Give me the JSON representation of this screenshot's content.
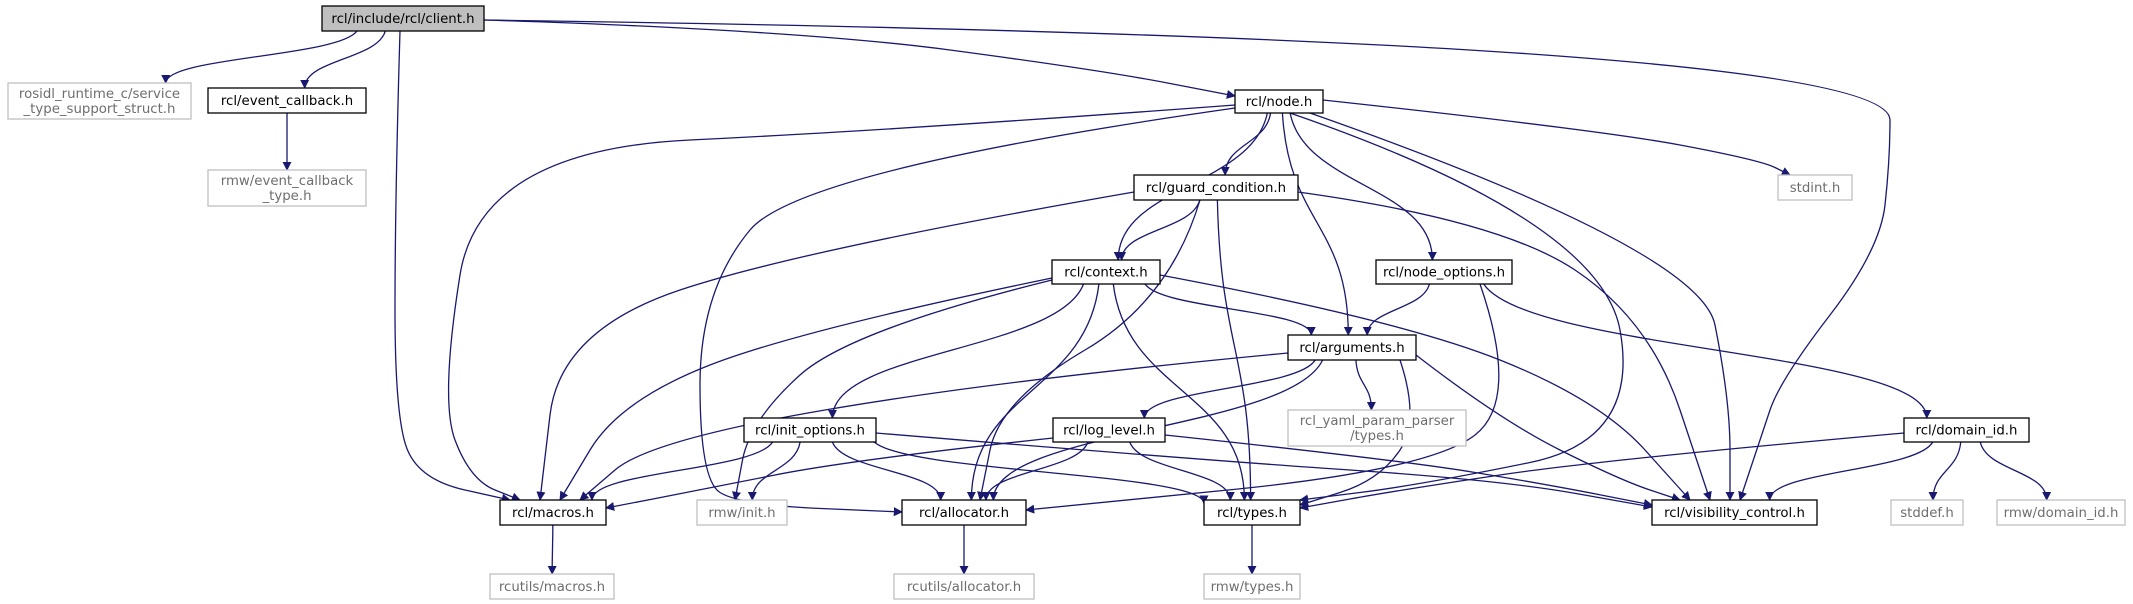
{
  "graph": {
    "edge_color": "#191970",
    "root_fill": "#bfbfbf",
    "node_border": "#000000",
    "external_border": "#bfbfbf",
    "nodes": [
      {
        "id": "client",
        "label": "rcl/include/rcl/client.h",
        "kind": "root"
      },
      {
        "id": "rosidl",
        "label": [
          "rosidl_runtime_c/service",
          "_type_support_struct.h"
        ],
        "kind": "external"
      },
      {
        "id": "event_cb",
        "label": "rcl/event_callback.h",
        "kind": "internal"
      },
      {
        "id": "rmw_event",
        "label": [
          "rmw/event_callback",
          "_type.h"
        ],
        "kind": "external"
      },
      {
        "id": "node",
        "label": "rcl/node.h",
        "kind": "internal"
      },
      {
        "id": "stdint",
        "label": "stdint.h",
        "kind": "external"
      },
      {
        "id": "guard",
        "label": "rcl/guard_condition.h",
        "kind": "internal"
      },
      {
        "id": "context",
        "label": "rcl/context.h",
        "kind": "internal"
      },
      {
        "id": "node_options",
        "label": "rcl/node_options.h",
        "kind": "internal"
      },
      {
        "id": "arguments",
        "label": "rcl/arguments.h",
        "kind": "internal"
      },
      {
        "id": "yaml",
        "label": [
          "rcl_yaml_param_parser",
          "/types.h"
        ],
        "kind": "external"
      },
      {
        "id": "init_options",
        "label": "rcl/init_options.h",
        "kind": "internal"
      },
      {
        "id": "log_level",
        "label": "rcl/log_level.h",
        "kind": "internal"
      },
      {
        "id": "domain_id",
        "label": "rcl/domain_id.h",
        "kind": "internal"
      },
      {
        "id": "macros",
        "label": "rcl/macros.h",
        "kind": "internal"
      },
      {
        "id": "rmw_init",
        "label": "rmw/init.h",
        "kind": "external"
      },
      {
        "id": "allocator",
        "label": "rcl/allocator.h",
        "kind": "internal"
      },
      {
        "id": "types",
        "label": "rcl/types.h",
        "kind": "internal"
      },
      {
        "id": "visibility",
        "label": "rcl/visibility_control.h",
        "kind": "internal"
      },
      {
        "id": "stddef",
        "label": "stddef.h",
        "kind": "external"
      },
      {
        "id": "rmw_domain",
        "label": "rmw/domain_id.h",
        "kind": "external"
      },
      {
        "id": "rcutils_macros",
        "label": "rcutils/macros.h",
        "kind": "external"
      },
      {
        "id": "rcutils_alloc",
        "label": "rcutils/allocator.h",
        "kind": "external"
      },
      {
        "id": "rmw_types",
        "label": "rmw/types.h",
        "kind": "external"
      }
    ],
    "edges": [
      [
        "client",
        "rosidl"
      ],
      [
        "client",
        "event_cb"
      ],
      [
        "client",
        "node"
      ],
      [
        "client",
        "macros"
      ],
      [
        "client",
        "visibility"
      ],
      [
        "event_cb",
        "rmw_event"
      ],
      [
        "node",
        "stdint"
      ],
      [
        "node",
        "guard"
      ],
      [
        "node",
        "context"
      ],
      [
        "node",
        "node_options"
      ],
      [
        "node",
        "arguments"
      ],
      [
        "node",
        "macros"
      ],
      [
        "node",
        "allocator"
      ],
      [
        "node",
        "types"
      ],
      [
        "node",
        "visibility"
      ],
      [
        "guard",
        "context"
      ],
      [
        "guard",
        "macros"
      ],
      [
        "guard",
        "allocator"
      ],
      [
        "guard",
        "types"
      ],
      [
        "guard",
        "visibility"
      ],
      [
        "context",
        "arguments"
      ],
      [
        "context",
        "init_options"
      ],
      [
        "context",
        "macros"
      ],
      [
        "context",
        "rmw_init"
      ],
      [
        "context",
        "allocator"
      ],
      [
        "context",
        "types"
      ],
      [
        "context",
        "visibility"
      ],
      [
        "node_options",
        "arguments"
      ],
      [
        "node_options",
        "domain_id"
      ],
      [
        "node_options",
        "allocator"
      ],
      [
        "arguments",
        "yaml"
      ],
      [
        "arguments",
        "log_level"
      ],
      [
        "arguments",
        "macros"
      ],
      [
        "arguments",
        "allocator"
      ],
      [
        "arguments",
        "types"
      ],
      [
        "arguments",
        "visibility"
      ],
      [
        "init_options",
        "macros"
      ],
      [
        "init_options",
        "rmw_init"
      ],
      [
        "init_options",
        "allocator"
      ],
      [
        "init_options",
        "types"
      ],
      [
        "init_options",
        "visibility"
      ],
      [
        "log_level",
        "macros"
      ],
      [
        "log_level",
        "allocator"
      ],
      [
        "log_level",
        "types"
      ],
      [
        "log_level",
        "visibility"
      ],
      [
        "domain_id",
        "stddef"
      ],
      [
        "domain_id",
        "rmw_domain"
      ],
      [
        "domain_id",
        "types"
      ],
      [
        "domain_id",
        "visibility"
      ],
      [
        "macros",
        "rcutils_macros"
      ],
      [
        "allocator",
        "rcutils_alloc"
      ],
      [
        "types",
        "rmw_types"
      ]
    ]
  }
}
